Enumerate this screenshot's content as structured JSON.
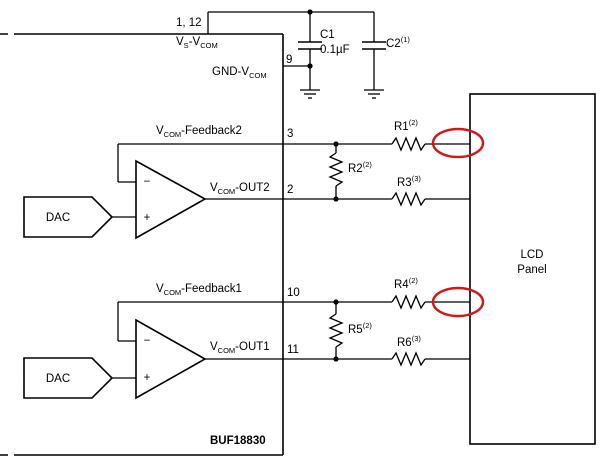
{
  "chip": {
    "name": "BUF18830",
    "supply_label": {
      "a": "V",
      "b": "S",
      "c": "-V",
      "d": "COM"
    },
    "supply_pin": "1, 12",
    "gnd_label": {
      "a": "GND-V",
      "b": "COM"
    },
    "gnd_pin": "9"
  },
  "caps": {
    "c1_label": "C1",
    "c1_value": "0.1µF",
    "c2_label": "C2",
    "c2_note": "(1)"
  },
  "channels": [
    {
      "feedback_label": {
        "a": "V",
        "b": "COM",
        "c": "-Feedback2"
      },
      "feedback_pin": "3",
      "out_label": {
        "a": "V",
        "b": "COM",
        "c": "-OUT2"
      },
      "out_pin": "2",
      "dac_label": "DAC",
      "r_feedback": {
        "name": "R1",
        "note": "(2)"
      },
      "r_shunt": {
        "name": "R2",
        "note": "(2)"
      },
      "r_out": {
        "name": "R3",
        "note": "(3)"
      }
    },
    {
      "feedback_label": {
        "a": "V",
        "b": "COM",
        "c": "-Feedback1"
      },
      "feedback_pin": "10",
      "out_label": {
        "a": "V",
        "b": "COM",
        "c": "-OUT1"
      },
      "out_pin": "11",
      "dac_label": "DAC",
      "r_feedback": {
        "name": "R4",
        "note": "(2)"
      },
      "r_shunt": {
        "name": "R5",
        "note": "(2)"
      },
      "r_out": {
        "name": "R6",
        "note": "(3)"
      }
    }
  ],
  "panel": {
    "line1": "LCD",
    "line2": "Panel"
  },
  "amp_signs": {
    "minus": "−",
    "plus": "+"
  },
  "colors": {
    "highlight": "#d01818",
    "ink": "#000000"
  }
}
